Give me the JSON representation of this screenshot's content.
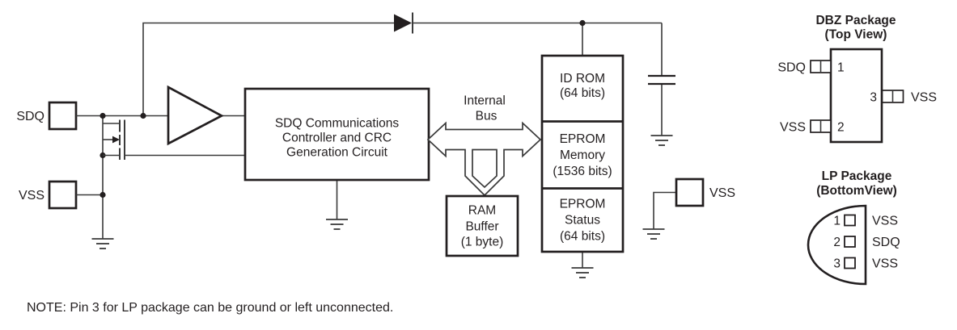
{
  "colors": {
    "ink": "#231f20",
    "wire": "#3a3a3a",
    "background": "#ffffff"
  },
  "block_diagram": {
    "pin_sdq_label": "SDQ",
    "pin_vss_label": "VSS",
    "pin_vss_right_label": "VSS",
    "controller": {
      "lines": [
        "SDQ Communications",
        "Controller and CRC",
        "Generation Circuit"
      ]
    },
    "internal_bus": {
      "lines": [
        "Internal",
        "Bus"
      ]
    },
    "id_rom": {
      "lines": [
        "ID ROM",
        "(64 bits)"
      ]
    },
    "eprom_memory": {
      "lines": [
        "EPROM",
        "Memory",
        "(1536 bits)"
      ]
    },
    "eprom_status": {
      "lines": [
        "EPROM",
        "Status",
        "(64 bits)"
      ]
    },
    "ram_buffer": {
      "lines": [
        "RAM",
        "Buffer",
        "(1 byte)"
      ]
    }
  },
  "packages": {
    "dbz": {
      "title": "DBZ Package",
      "subtitle": "(Top View)",
      "pin1_num": "1",
      "pin1_label": "SDQ",
      "pin2_num": "2",
      "pin2_label": "VSS",
      "pin3_num": "3",
      "pin3_label": "VSS"
    },
    "lp": {
      "title": "LP Package",
      "subtitle": "(BottomView)",
      "pin1_num": "1",
      "pin1_label": "VSS",
      "pin2_num": "2",
      "pin2_label": "SDQ",
      "pin3_num": "3",
      "pin3_label": "VSS"
    }
  },
  "note": "NOTE: Pin 3 for LP package can be ground or left unconnected."
}
